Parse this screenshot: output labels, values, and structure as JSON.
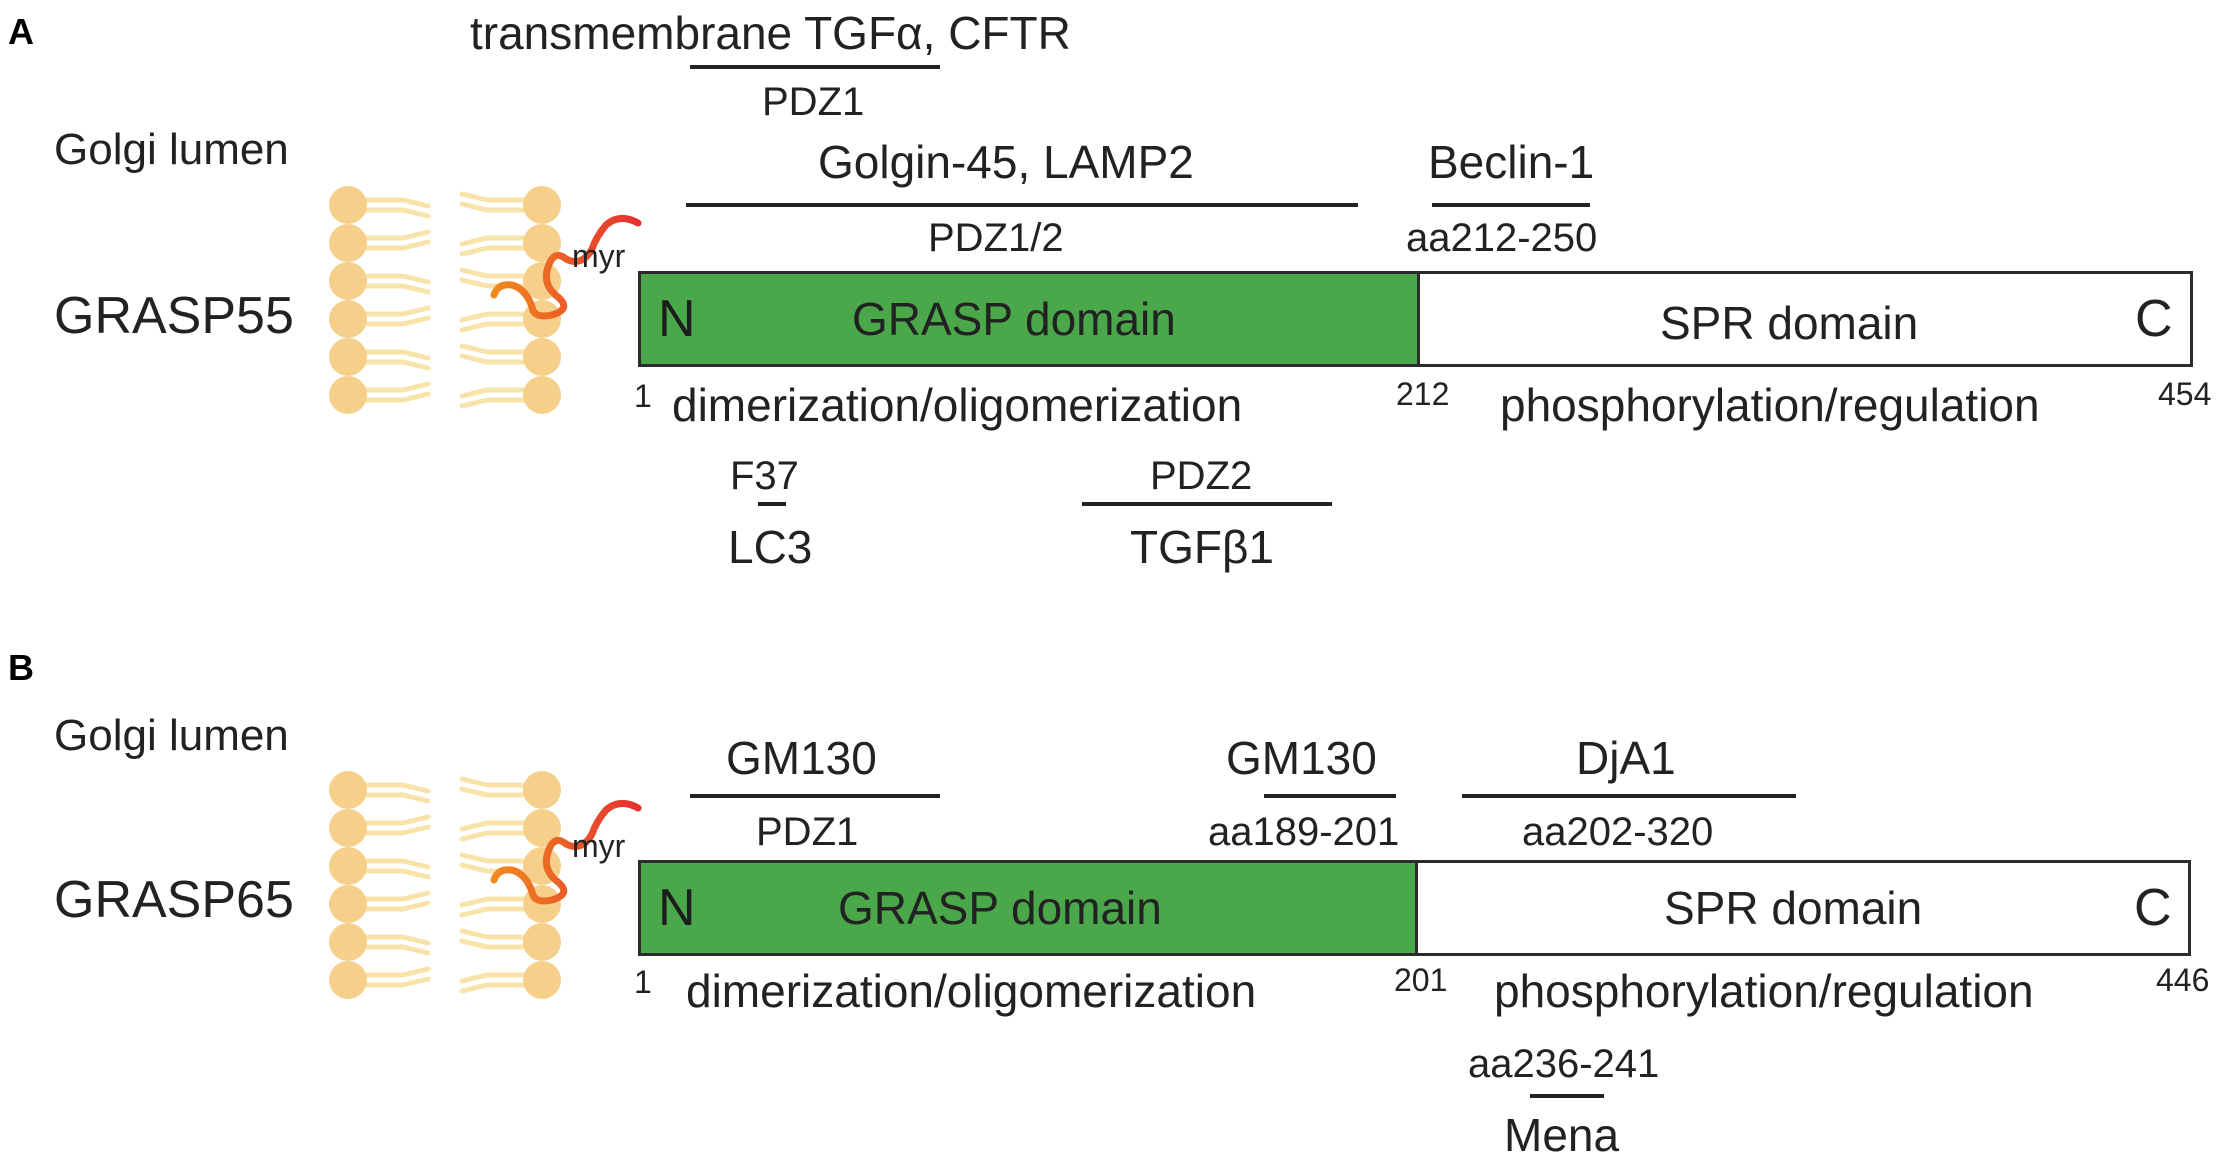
{
  "panel_a": {
    "label": "A",
    "compartment": "Golgi lumen",
    "protein": "GRASP55",
    "anchor": "myr",
    "n_term": "N",
    "c_term": "C",
    "grasp_domain": "GRASP domain",
    "spr_domain": "SPR domain",
    "grasp_function": "dimerization/oligomerization",
    "spr_function": "phosphorylation/regulation",
    "pos_start": "1",
    "pos_boundary": "212",
    "pos_end": "454",
    "above": [
      {
        "partner": "transmembrane TGFα, CFTR",
        "region": "PDZ1"
      },
      {
        "partner": "Golgin-45, LAMP2",
        "region": "PDZ1/2"
      },
      {
        "partner": "Beclin-1",
        "region": "aa212-250"
      }
    ],
    "below": [
      {
        "region": "F37",
        "partner": "LC3"
      },
      {
        "region": "PDZ2",
        "partner": "TGFβ1"
      }
    ]
  },
  "panel_b": {
    "label": "B",
    "compartment": "Golgi lumen",
    "protein": "GRASP65",
    "anchor": "myr",
    "n_term": "N",
    "c_term": "C",
    "grasp_domain": "GRASP domain",
    "spr_domain": "SPR domain",
    "grasp_function": "dimerization/oligomerization",
    "spr_function": "phosphorylation/regulation",
    "pos_start": "1",
    "pos_boundary": "201",
    "pos_end": "446",
    "above": [
      {
        "partner": "GM130",
        "region": "PDZ1"
      },
      {
        "partner": "GM130",
        "region": "aa189-201"
      },
      {
        "partner": "DjA1",
        "region": "aa202-320"
      }
    ],
    "below": [
      {
        "region": "aa236-241",
        "partner": "Mena"
      }
    ]
  },
  "colors": {
    "grasp_domain": "#4aa84a",
    "spr_domain": "#ffffff",
    "lipid_head": "#f6cf8a",
    "lipid_tail": "#f8e3a8",
    "myristoyl": "#e53030"
  }
}
